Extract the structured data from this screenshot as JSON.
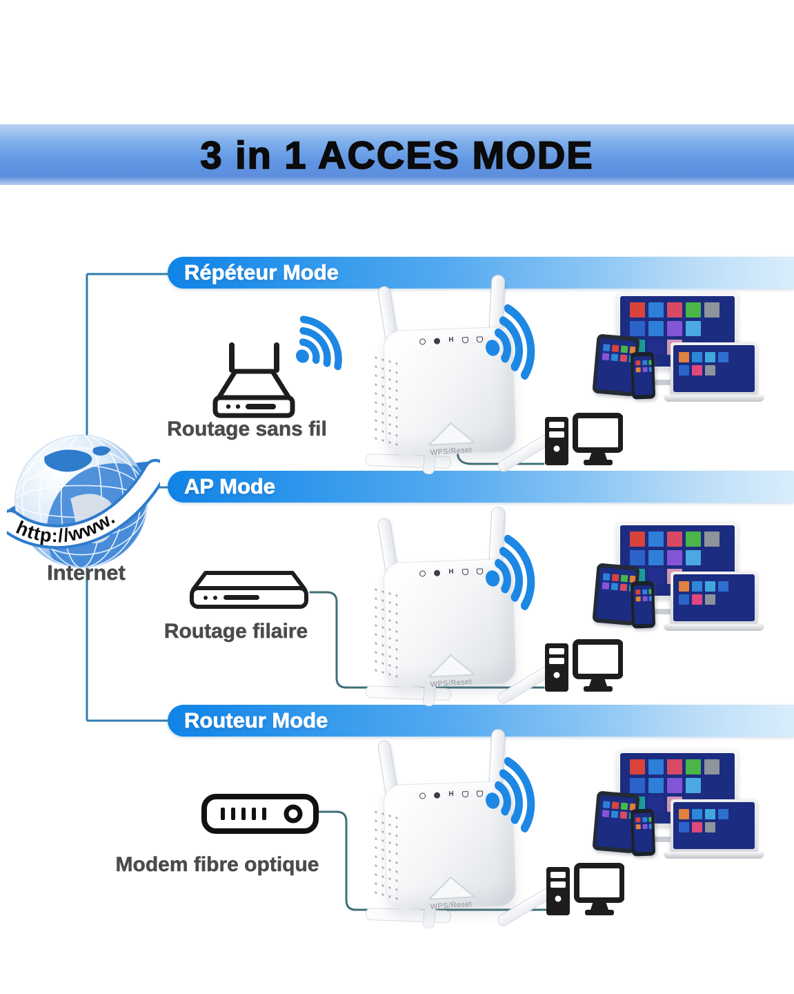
{
  "title": "3 in 1 ACCES MODE",
  "internet": {
    "label": "Internet",
    "globe_banner_text": "http://www."
  },
  "sections": [
    {
      "label": "Répéteur Mode",
      "source_label": "Routage sans fil"
    },
    {
      "label": "AP Mode",
      "source_label": "Routage filaire"
    },
    {
      "label": "Routeur Mode",
      "source_label": "Modem fibre optique"
    }
  ],
  "device": {
    "wps_label": "WPS/Reset"
  },
  "colors": {
    "wifi_blue": "#1d87e4",
    "banner_blue_start": "#0f83e6",
    "banner_blue_end": "#d9edfb",
    "title_banner_mid": "#6095e2",
    "tree_line": "#2d7dae",
    "cable_teal": "#3d6f77",
    "screen_navy": "#1c2c80",
    "icon_dark": "#1d1d1d",
    "label_gray": "#4b4b4b",
    "globe_ring_blue": "#2f7ccc"
  },
  "tiles": {
    "monitor": [
      [
        "#d8433c",
        "#2e7fd8",
        "#d84a63",
        "#49b647",
        "#8d949c"
      ],
      [
        "#2c63c8",
        "#2e7fd8",
        "#8455d6",
        "#4aa9e2",
        null
      ],
      [
        "#18a09a",
        "#222f8e",
        "#d698ba",
        null,
        null
      ]
    ],
    "laptop": [
      [
        "#e0813c",
        "#2e86d8",
        "#3fa7e0",
        "#2e6fd0"
      ],
      [
        "#2c63c8",
        "#e0497e",
        "#8d949c"
      ]
    ],
    "tablet": [
      [
        "#2e7fd8",
        "#d8433c",
        "#49b647",
        "#e0813c"
      ],
      [
        "#8455d6",
        "#2e86d8",
        "#d84a63",
        "#18a09a"
      ]
    ],
    "phone": [
      [
        "#d8433c",
        "#2e7fd8",
        "#49b647"
      ],
      [
        "#e0813c",
        "#8455d6",
        "#2e86d8"
      ]
    ]
  }
}
